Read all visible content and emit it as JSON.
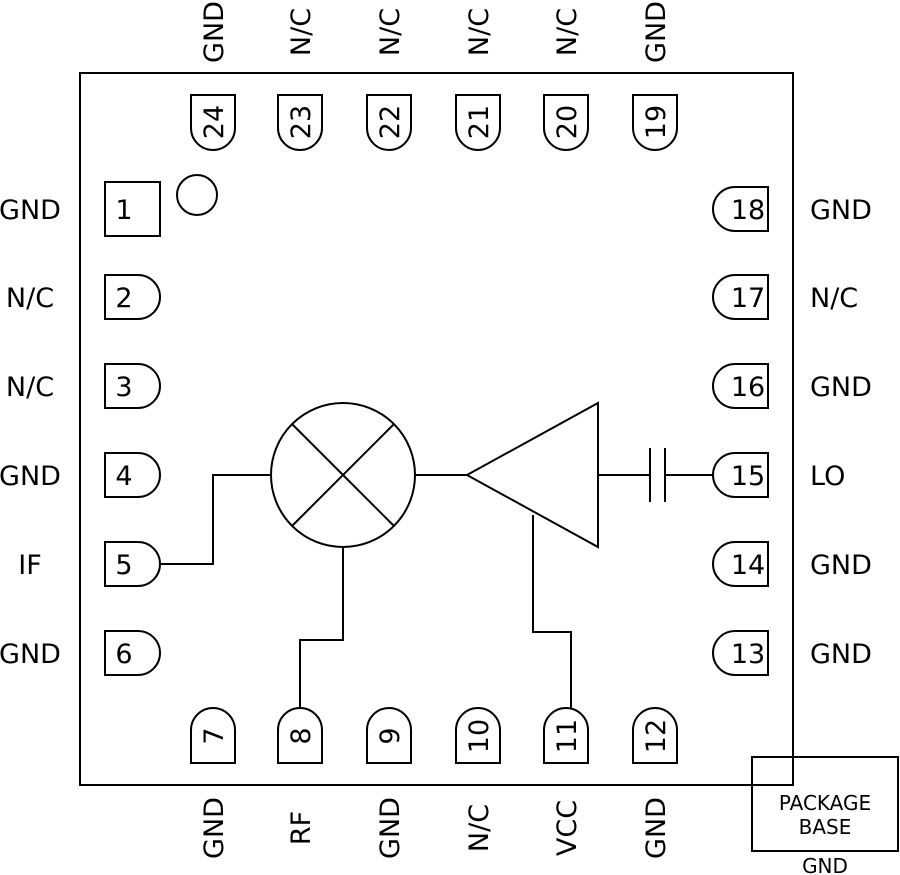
{
  "pins": {
    "top": [
      {
        "n": "24",
        "label": "GND"
      },
      {
        "n": "23",
        "label": "N/C"
      },
      {
        "n": "22",
        "label": "N/C"
      },
      {
        "n": "21",
        "label": "N/C"
      },
      {
        "n": "20",
        "label": "N/C"
      },
      {
        "n": "19",
        "label": "GND"
      }
    ],
    "left": [
      {
        "n": "1",
        "label": "GND"
      },
      {
        "n": "2",
        "label": "N/C"
      },
      {
        "n": "3",
        "label": "N/C"
      },
      {
        "n": "4",
        "label": "GND"
      },
      {
        "n": "5",
        "label": "IF"
      },
      {
        "n": "6",
        "label": "GND"
      }
    ],
    "right": [
      {
        "n": "18",
        "label": "GND"
      },
      {
        "n": "17",
        "label": "N/C"
      },
      {
        "n": "16",
        "label": "GND"
      },
      {
        "n": "15",
        "label": "LO"
      },
      {
        "n": "14",
        "label": "GND"
      },
      {
        "n": "13",
        "label": "GND"
      }
    ],
    "bottom": [
      {
        "n": "7",
        "label": "GND"
      },
      {
        "n": "8",
        "label": "RF"
      },
      {
        "n": "9",
        "label": "GND"
      },
      {
        "n": "10",
        "label": "N/C"
      },
      {
        "n": "11",
        "label": "VCC"
      },
      {
        "n": "12",
        "label": "GND"
      }
    ]
  },
  "package_base": {
    "line1": "PACKAGE",
    "line2": "BASE",
    "label": "GND"
  }
}
